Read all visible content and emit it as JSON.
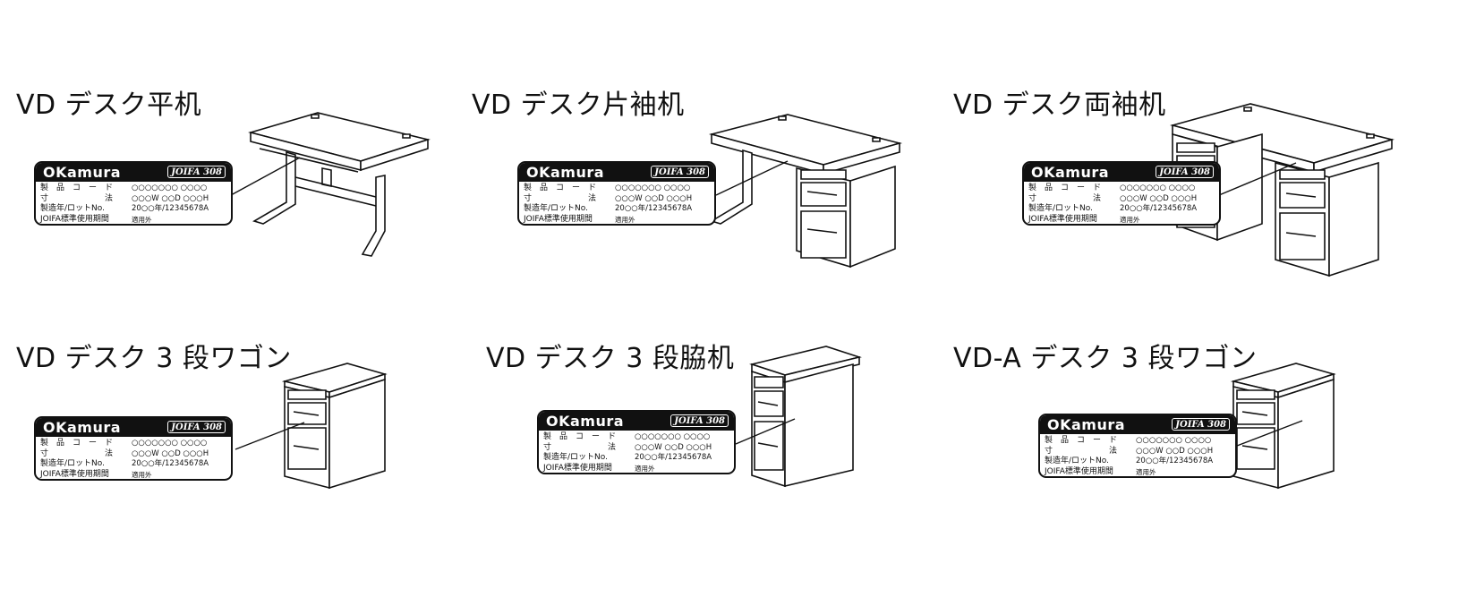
{
  "panels": [
    {
      "title": "VD デスク平机"
    },
    {
      "title": "VD デスク片袖机"
    },
    {
      "title": "VD デスク両袖机"
    },
    {
      "title": "VD デスク 3 段ワゴン"
    },
    {
      "title": "VD デスク 3 段脇机"
    },
    {
      "title": "VD-A デスク 3 段ワゴン"
    }
  ],
  "label": {
    "brand": "OKamura",
    "cert": "JOIFA 308",
    "rows": [
      {
        "key": "製　品　コ　ー　ド",
        "value": "○○○○○○○ ○○○○"
      },
      {
        "key": "寸　　　　　　　法",
        "value": "○○○W ○○D ○○○H"
      },
      {
        "key": "製造年/ロットNo.",
        "value": "20○○年/12345678A"
      },
      {
        "key": "JOIFA標準使用期間",
        "value": "適用外"
      }
    ]
  }
}
